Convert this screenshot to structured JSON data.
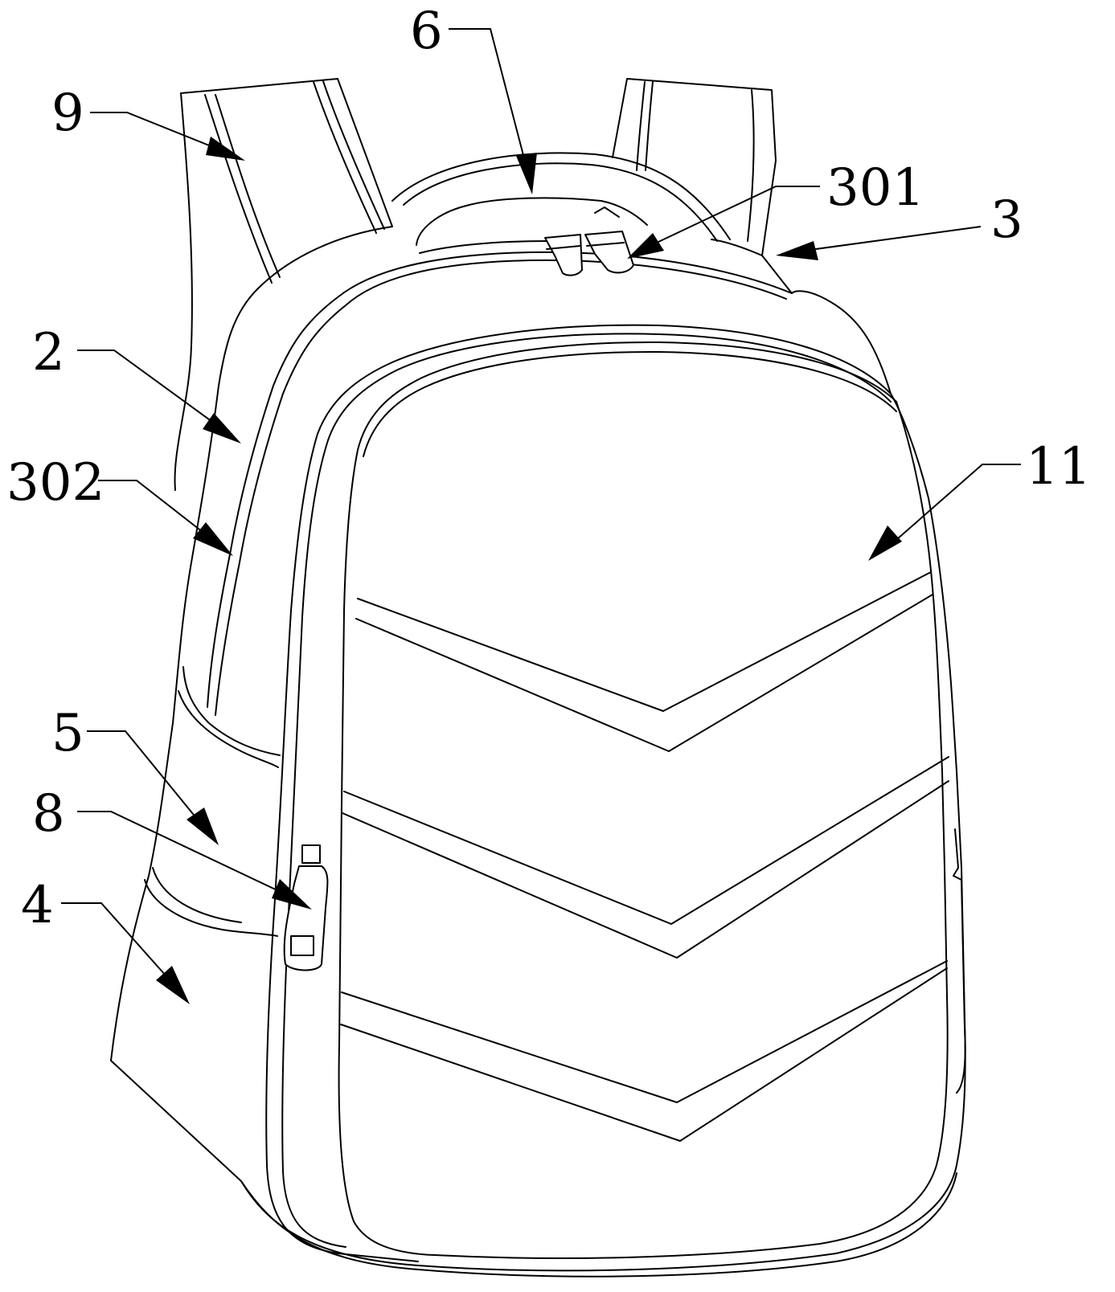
{
  "colors": {
    "line": "#000000",
    "background": "#ffffff"
  },
  "callouts": [
    {
      "id": "9",
      "label": "9"
    },
    {
      "id": "6",
      "label": "6"
    },
    {
      "id": "301",
      "label": "301"
    },
    {
      "id": "3",
      "label": "3"
    },
    {
      "id": "2",
      "label": "2"
    },
    {
      "id": "302",
      "label": "302"
    },
    {
      "id": "11",
      "label": "11"
    },
    {
      "id": "5",
      "label": "5"
    },
    {
      "id": "8",
      "label": "8"
    },
    {
      "id": "4",
      "label": "4"
    }
  ]
}
